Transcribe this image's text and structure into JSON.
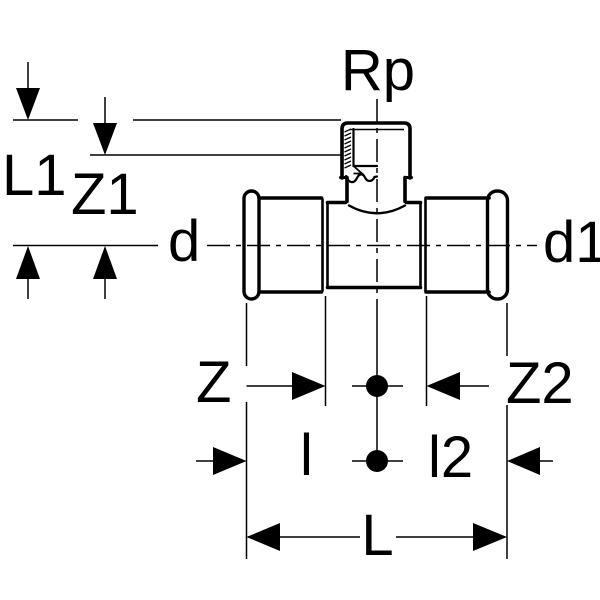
{
  "diagram": {
    "background": "#ffffff",
    "stroke_color": "#000000",
    "labels": {
      "branch_thread": "Rp",
      "branch_height": "L1",
      "branch_z_height": "Z1",
      "diameter_left": "d",
      "diameter_right": "d1",
      "z_left": "Z",
      "z_right": "Z2",
      "l_left": "l",
      "l_right": "l2",
      "overall_length": "L"
    }
  }
}
